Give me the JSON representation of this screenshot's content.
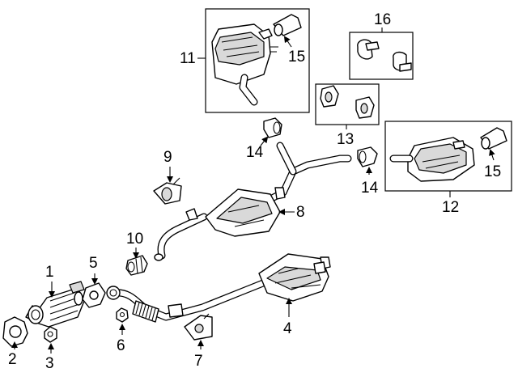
{
  "callouts": {
    "c1": "1",
    "c2": "2",
    "c3": "3",
    "c4": "4",
    "c5": "5",
    "c6": "6",
    "c7": "7",
    "c8": "8",
    "c9": "9",
    "c10": "10",
    "c11": "11",
    "c12": "12",
    "c13": "13",
    "c14a": "14",
    "c14b": "14",
    "c15a": "15",
    "c15b": "15",
    "c16": "16"
  },
  "icons": {
    "arrow": "arrow-head-icon"
  }
}
